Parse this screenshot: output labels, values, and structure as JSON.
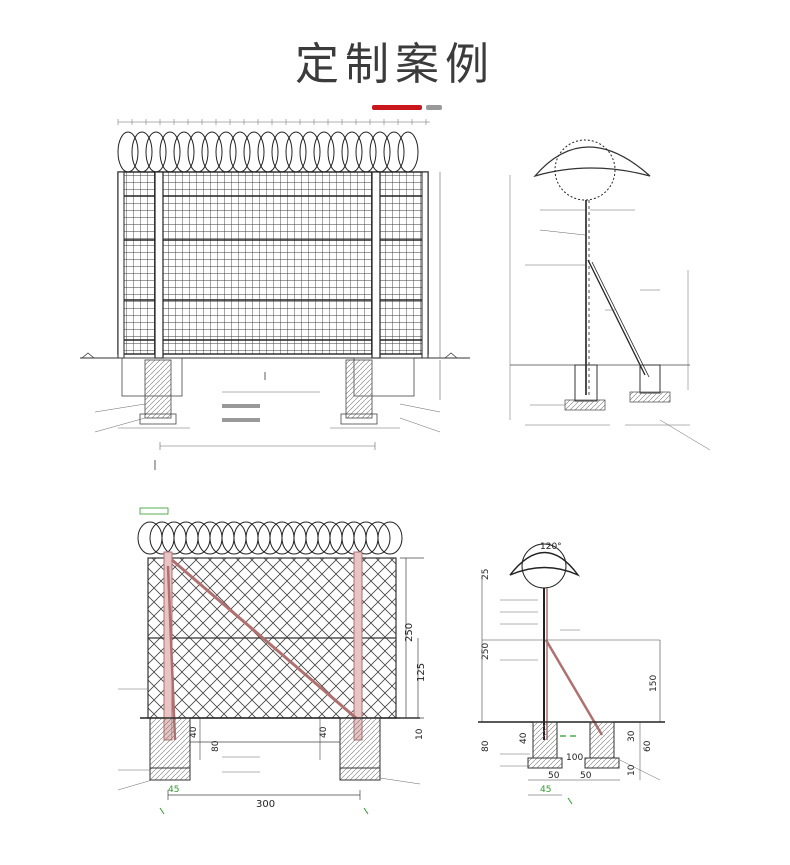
{
  "header": {
    "title": "定制案例",
    "accent_color": "#c8161d"
  },
  "drawings": {
    "d3": {
      "dims": {
        "height": "250",
        "mid": "125",
        "d40a": "40",
        "d40b": "40",
        "d80": "80",
        "d10": "10",
        "d45": "45",
        "width": "300"
      }
    },
    "d4": {
      "dims": {
        "angle": "120°",
        "d25": "25",
        "h250": "250",
        "h150": "150",
        "d40": "40",
        "d80": "80",
        "d30": "30",
        "d60": "60",
        "d100": "100",
        "d45": "45",
        "d10": "10",
        "d50a": "50",
        "d50b": "50"
      }
    }
  },
  "colors": {
    "line": "#555555",
    "wire": "#333333",
    "post": "#c9a0a0",
    "dim_green": "#2e9b2e"
  }
}
